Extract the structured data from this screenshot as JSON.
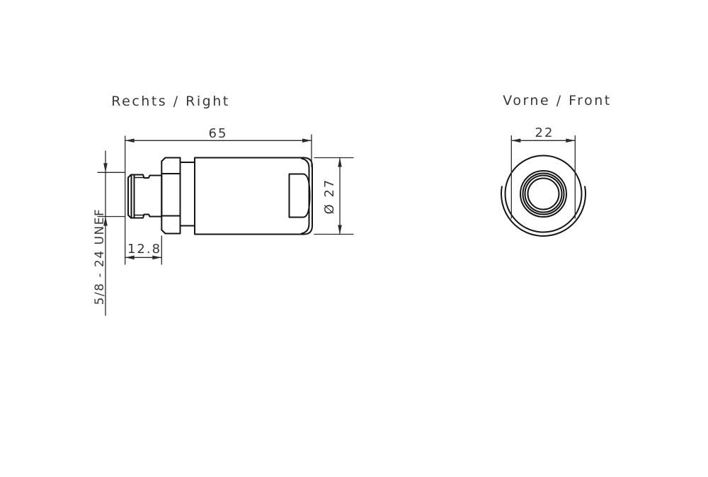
{
  "drawing": {
    "background": "#ffffff",
    "line_color": "#141414",
    "text_color": "#383838",
    "right_view": {
      "title": "Rechts / Right",
      "dim_overall_length": "65",
      "dim_thread_length": "12.8",
      "dim_body_diameter": "Ø 27",
      "dim_thread_spec": "5/8 - 24 UNEF"
    },
    "front_view": {
      "title": "Vorne / Front",
      "dim_front_diameter": "22"
    }
  }
}
